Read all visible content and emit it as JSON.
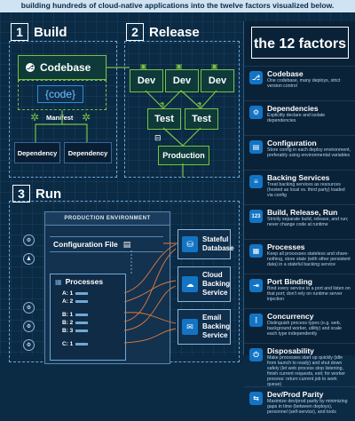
{
  "banner": {
    "text": "building hundreds of cloud-native applications into the twelve factors visualized below."
  },
  "build": {
    "number": "1",
    "label": "Build",
    "codebase_label": "Codebase",
    "code_chip": "{code}",
    "manifest_label": "Manifest",
    "dependencies": [
      "Dependency",
      "Dependency"
    ]
  },
  "release": {
    "number": "2",
    "label": "Release",
    "dev_labels": [
      "Dev",
      "Dev",
      "Dev"
    ],
    "test_labels": [
      "Test",
      "Test"
    ],
    "production_label": "Production"
  },
  "run": {
    "number": "3",
    "label": "Run",
    "env_header": "PRODUCTION ENVIRONMENT",
    "config_file_label": "Configuration File",
    "processes_label": "Processes",
    "process_rows": [
      "A: 1",
      "A: 2",
      "B: 1",
      "B: 2",
      "B: 3",
      "C: 1"
    ],
    "services": [
      "Stateful Database",
      "Cloud Backing Service",
      "Email Backing Service"
    ]
  },
  "sidebar": {
    "title": "the 12 factors",
    "factors": [
      {
        "name": "Codebase",
        "desc": "One codebase, many deploys, strict version control"
      },
      {
        "name": "Dependencies",
        "desc": "Explicitly declare and isolate dependencies"
      },
      {
        "name": "Configuration",
        "desc": "Store config in each deploy environment, preferably using environmental variables"
      },
      {
        "name": "Backing Services",
        "desc": "Treat backing services as resources (hosted as local vs. third party) loaded via config"
      },
      {
        "name": "Build, Release, Run",
        "desc": "Strictly separate build, release, and run; never change code at runtime"
      },
      {
        "name": "Processes",
        "desc": "Keep all processes stateless and share-nothing, store state (with other persistent data) in a stateful backing service"
      },
      {
        "name": "Port Binding",
        "desc": "Bind every service to a port and listen on that port; don't rely on runtime server injection"
      },
      {
        "name": "Concurrency",
        "desc": "Distinguish process types (e.g. web, background worker, utility) and scale each type independently"
      },
      {
        "name": "Disposability",
        "desc": "Make processes start up quickly (idle from launch to ready) and shut down safely (let web process stop listening, finish current requests, exit; for worker process: return current job to work queue)"
      },
      {
        "name": "Dev/Prod Parity",
        "desc": "Maximize dev/prod parity by minimizing gaps in time (between deploys), personnel (self-service), and tools"
      }
    ]
  },
  "colors": {
    "background": "#0b2a44",
    "accent_blue": "#1474c4",
    "accent_green": "#7ac143",
    "panel_border": "#6fa8d6"
  }
}
